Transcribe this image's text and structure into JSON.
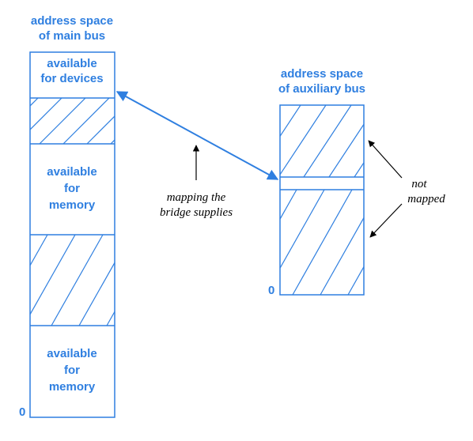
{
  "colors": {
    "blue": "#2f7fe0",
    "hatch": "#2f7fe0",
    "black": "#000000"
  },
  "main_bus": {
    "title_line1": "address space",
    "title_line2": "of main bus",
    "zero_label": "0",
    "region_devices": [
      "available",
      "for devices"
    ],
    "region_memory_top": [
      "available",
      "for",
      "memory"
    ],
    "region_memory_bottom": [
      "available",
      "for",
      "memory"
    ]
  },
  "aux_bus": {
    "title_line1": "address space",
    "title_line2": "of auxiliary bus",
    "zero_label": "0"
  },
  "annotations": {
    "mapping_line1": "mapping the",
    "mapping_line2": "bridge supplies",
    "not_mapped_line1": "not",
    "not_mapped_line2": "mapped"
  }
}
